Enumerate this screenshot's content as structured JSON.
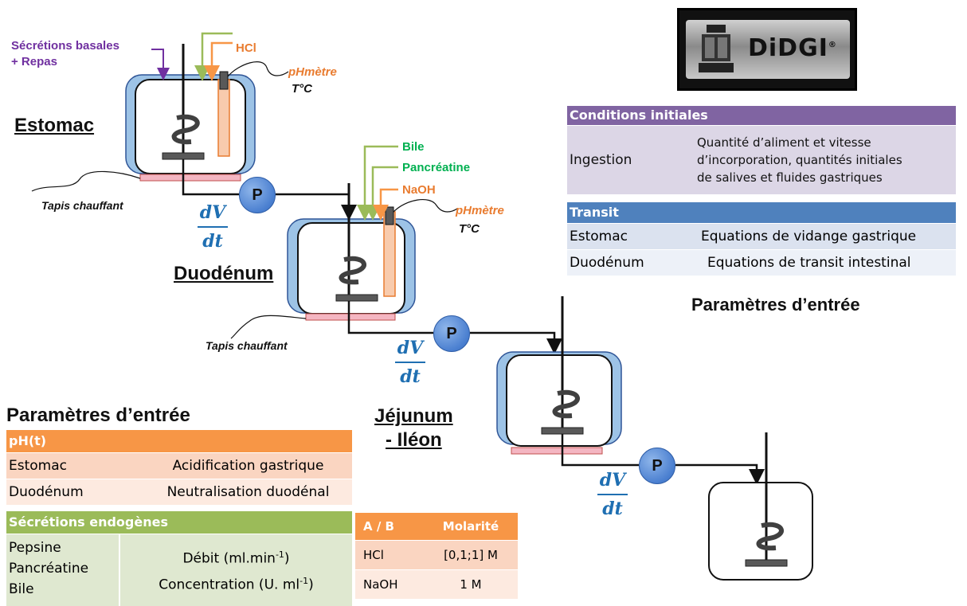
{
  "colors": {
    "purple_header": "#8064a2",
    "purple_row": "#dcd6e6",
    "blue_header": "#4f81bd",
    "blue_row1": "#dbe2ef",
    "blue_row2": "#edf1f8",
    "orange_header": "#f79646",
    "orange_row1": "#fad5c1",
    "orange_row2": "#fdeae0",
    "green_header": "#9bbb59",
    "green_row": "#dfe8d0",
    "secretion_purple": "#7030a0",
    "hcl_orange": "#e97c30",
    "green_label": "#00b050",
    "jacket_blue": "#9dc3e6",
    "tube_orange": "#f8cbad",
    "heater_pink": "#f4b6c2",
    "dvdt_blue": "#1f6fb2"
  },
  "diagram": {
    "compartments": {
      "estomac": "Estomac",
      "duodenum": "Duodénum",
      "jejunum_line1": "Jéjunum",
      "jejunum_line2": "- Iléon"
    },
    "labels": {
      "secretions_line1": "Sécrétions basales",
      "secretions_line2": "+ Repas",
      "hcl": "HCl",
      "phmetre": "pHmètre",
      "temp": "T°C",
      "bile": "Bile",
      "pancreatine": "Pancréatine",
      "naoh": "NaOH",
      "heater": "Tapis chauffant",
      "pump": "P",
      "dv": "dV",
      "dt": "dt"
    },
    "logo_text": "DiDGI",
    "logo_reg": "®"
  },
  "right_panel": {
    "conditions": {
      "header": "Conditions initiales",
      "row_label": "Ingestion",
      "row_value_line1": "Quantité d’aliment et vitesse",
      "row_value_line2": "d’incorporation, quantités initiales",
      "row_value_line3": "de salives et fluides gastriques"
    },
    "transit": {
      "header": "Transit",
      "rows": [
        {
          "label": "Estomac",
          "value": "Equations de vidange gastrique"
        },
        {
          "label": "Duodénum",
          "value": "Equations de transit intestinal"
        }
      ]
    },
    "title": "Paramètres d’entrée"
  },
  "left_panel": {
    "title": "Paramètres d’entrée",
    "ph": {
      "header": "pH(t)",
      "rows": [
        {
          "label": "Estomac",
          "value": "Acidification gastrique"
        },
        {
          "label": "Duodénum",
          "value": "Neutralisation duodénal"
        }
      ]
    },
    "secretions": {
      "header": "Sécrétions endogènes",
      "items": [
        "Pepsine",
        "Pancréatine",
        "Bile"
      ],
      "debit": "Débit (ml.min",
      "debit_exp": "-1",
      "debit_end": ")",
      "conc": "Concentration (U. ml",
      "conc_exp": "-1",
      "conc_end": ")"
    },
    "molarity": {
      "headers": [
        "A / B",
        "Molarité"
      ],
      "rows": [
        {
          "a": "HCl",
          "m": "[0,1;1] M"
        },
        {
          "a": "NaOH",
          "m": "1 M"
        }
      ]
    }
  }
}
